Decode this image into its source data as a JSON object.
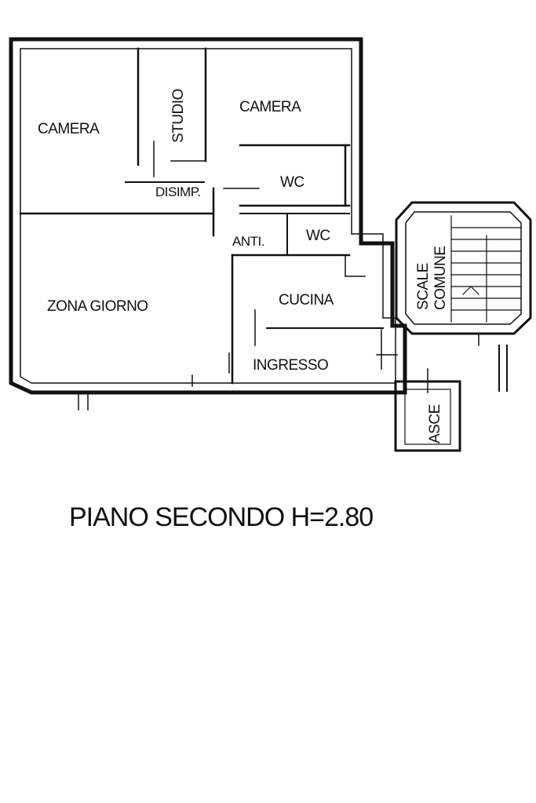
{
  "rooms": {
    "camera_left": "CAMERA",
    "studio": "STUDIO",
    "camera_right": "CAMERA",
    "disimp": "DISIMP.",
    "wc_upper": "WC",
    "anti": "ANTI.",
    "wc_lower": "WC",
    "zona_giorno": "ZONA GIORNO",
    "cucina": "CUCINA",
    "ingresso": "INGRESSO",
    "scale": "SCALE",
    "comune": "COMUNE",
    "asce": "ASCE"
  },
  "caption": "PIANO SECONDO H=2.80"
}
